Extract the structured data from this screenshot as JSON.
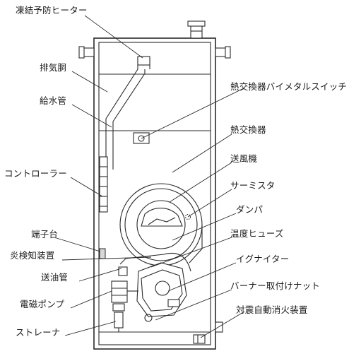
{
  "labels": {
    "freeze_heater": "凍結予防ヒーター",
    "exhaust": "排気胴",
    "water_pipe": "給水管",
    "controller": "コントローラー",
    "terminal": "端子台",
    "flame_sensor": "炎検知装置",
    "oil_pipe": "送油管",
    "pump": "電磁ポンプ",
    "strainer": "ストレーナ",
    "bimetal_switch": "熱交換器バイメタルスイッチ",
    "heat_exchanger": "熱交換器",
    "blower": "送風機",
    "thermistor": "サーミスタ",
    "damper": "ダンパ",
    "temp_fuse": "温度ヒューズ",
    "igniter": "イグナイター",
    "burner_nut": "バーナー取付けナット",
    "seismic": "対震自動消火装置"
  }
}
